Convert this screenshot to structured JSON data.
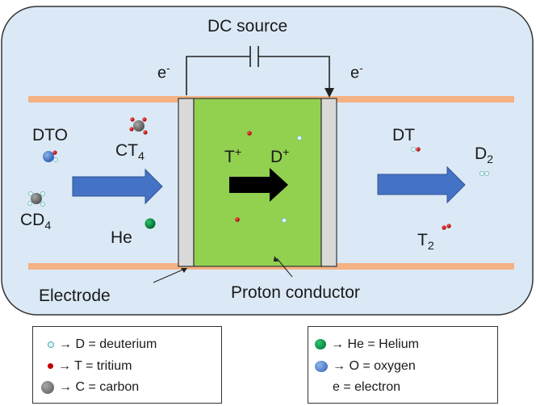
{
  "labels": {
    "dc_source": "DC source",
    "electron_left": "e",
    "electron_right": "e",
    "electron_sup": "-",
    "electrode": "Electrode",
    "proton_conductor": "Proton conductor"
  },
  "species_left": {
    "dto": "DTO",
    "ct4_main": "CT",
    "ct4_sub": "4",
    "cd4_main": "CD",
    "cd4_sub": "4",
    "he": "He"
  },
  "species_center": {
    "t_main": "T",
    "t_sup": "+",
    "d_main": "D",
    "d_sup": "+"
  },
  "species_right": {
    "dt": "DT",
    "d2_main": "D",
    "d2_sub": "2",
    "t2_main": "T",
    "t2_sub": "2"
  },
  "legend_left": [
    {
      "icon": "deuterium-dot-icon",
      "text": "→ D = deuterium"
    },
    {
      "icon": "tritium-dot-icon",
      "text": "→ T = tritium"
    },
    {
      "icon": "carbon-dot-icon",
      "text": "→ C = carbon"
    }
  ],
  "legend_right": [
    {
      "icon": "helium-dot-icon",
      "text": "→ He = Helium"
    },
    {
      "icon": "oxygen-dot-icon",
      "text": "→ O = oxygen"
    },
    {
      "icon": "",
      "text": "e = electron"
    }
  ],
  "colors": {
    "chamber_fill": "#dbe9f6",
    "chamber_border": "#333333",
    "membrane_rail": "#f4b183",
    "proton_conductor": "#92d050",
    "electrode": "#d9d9d9",
    "flow_arrow": "#4472c4",
    "tritium": "#c00000",
    "deuterium": "#e2f4f4",
    "carbon": "#7f7f7f",
    "helium": "#00a050",
    "oxygen": "#4472c4"
  }
}
